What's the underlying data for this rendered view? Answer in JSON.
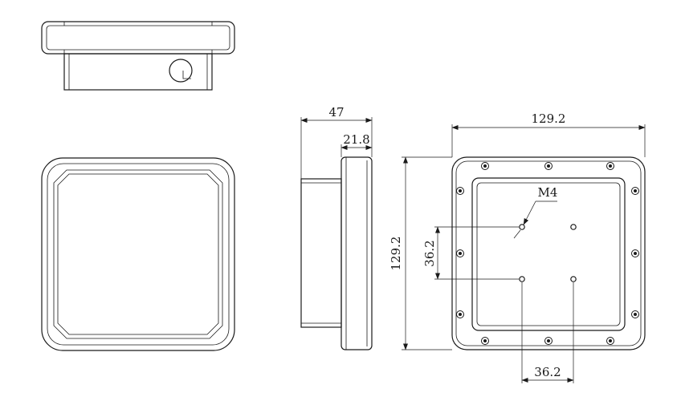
{
  "dimensions": {
    "depth_total": "47",
    "depth_flange": "21.8",
    "width": "129.2",
    "height": "129.2",
    "hole_spacing_vertical": "36.2",
    "hole_spacing_horizontal": "36.2",
    "thread": "M4"
  }
}
